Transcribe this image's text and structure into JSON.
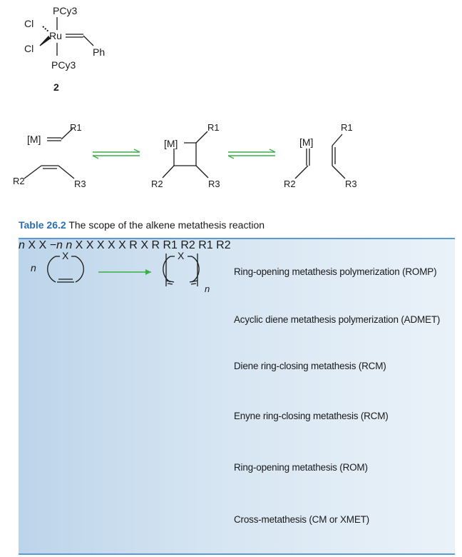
{
  "catalyst": {
    "ligand_top": "PCy3",
    "ligand_bottom": "PCy3",
    "metal": "Ru",
    "chloride_1": "Cl",
    "chloride_2": "Cl",
    "phenyl": "Ph",
    "compound_number": "2"
  },
  "mechanism": {
    "metal_label": "[M]",
    "r1": "R1",
    "r2": "R2",
    "r3": "R3"
  },
  "table": {
    "number": "Table 26.2",
    "title": "The scope of the alkene metathesis reaction",
    "rows": [
      {
        "name": "Ring-opening metathesis polymerization (ROMP)"
      },
      {
        "name": "Acyclic diene metathesis polymerization (ADMET)"
      },
      {
        "name": "Diene ring-closing metathesis (RCM)"
      },
      {
        "name": "Enyne ring-closing metathesis (RCM)"
      },
      {
        "name": "Ring-opening metathesis (ROM)"
      },
      {
        "name": "Cross-metathesis (CM or XMET)"
      }
    ],
    "symbols": {
      "x": "X",
      "n": "n",
      "minus_n": "−n",
      "r": "R",
      "r1": "R1",
      "r2": "R2"
    }
  },
  "colors": {
    "accent_blue": "#2a6fb0",
    "arrow_green": "#3aae49",
    "table_border": "#5b9bd5"
  }
}
